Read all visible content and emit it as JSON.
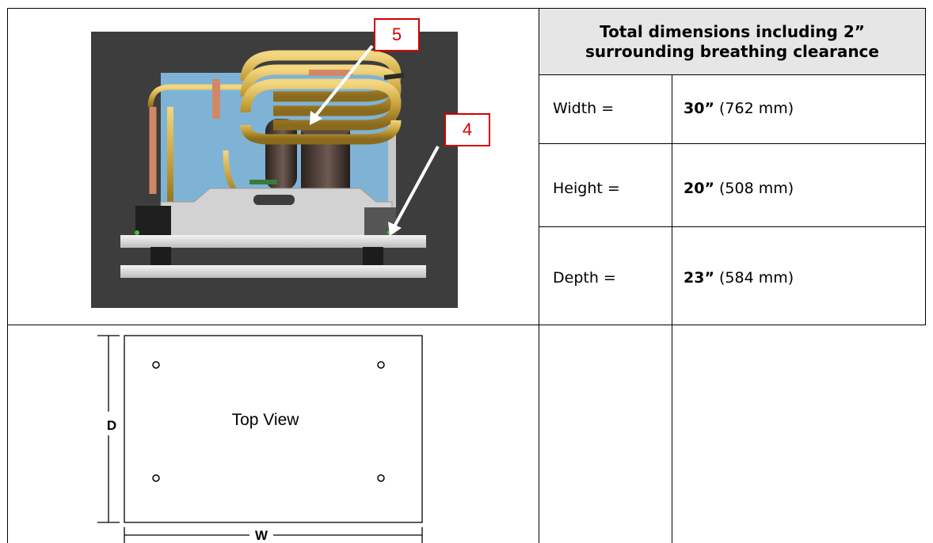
{
  "header": {
    "line1": "Total dimensions including 2”",
    "line2": "surrounding breathing clearance"
  },
  "rows": [
    {
      "label": "Width =",
      "value_bold": "30”",
      "value_rest": " (762 mm)"
    },
    {
      "label": "Height =",
      "value_bold": "20”",
      "value_rest": " (508 mm)"
    },
    {
      "label": "Depth =",
      "value_bold": "23”",
      "value_rest": " (584 mm)"
    }
  ],
  "callouts": {
    "a": "5",
    "b": "4"
  },
  "top_view": {
    "label": "Top View",
    "depth_letter": "D",
    "width_letter": "W"
  },
  "colors": {
    "header_bg": "#e6e6e6",
    "callout_red": "#d40000",
    "photo_bg": "#3d3d3d",
    "coil_brass": "#c9a23a"
  }
}
